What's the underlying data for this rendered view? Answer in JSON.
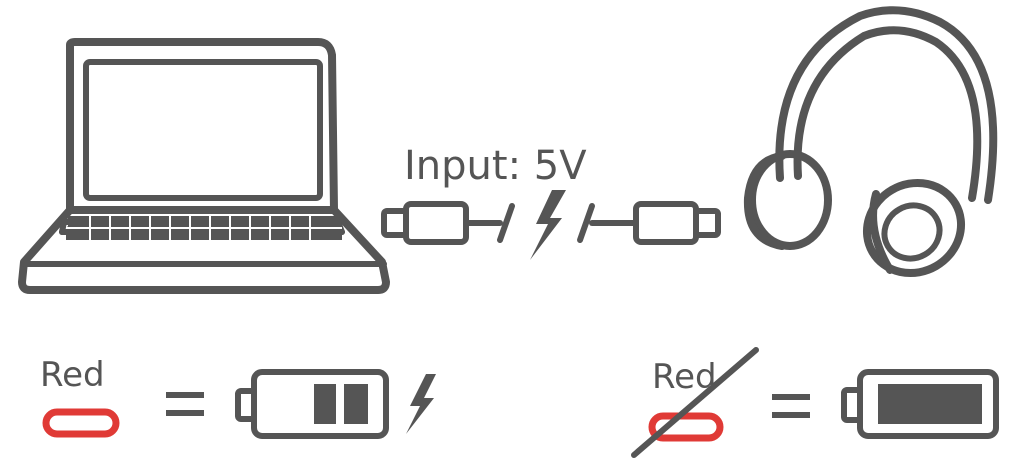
{
  "input_label": "Input: 5V",
  "charging_legend": {
    "led_text": "Red",
    "led_color": "#e03a36",
    "equals": "="
  },
  "not_charging_legend": {
    "led_text": "Red",
    "led_color": "#e03a36",
    "equals": "="
  },
  "colors": {
    "line": "#555555",
    "accent_red": "#e03a36"
  },
  "icons": [
    "laptop-icon",
    "usb-cable-icon",
    "lightning-icon",
    "headphones-icon",
    "battery-partial-icon",
    "battery-full-icon"
  ]
}
